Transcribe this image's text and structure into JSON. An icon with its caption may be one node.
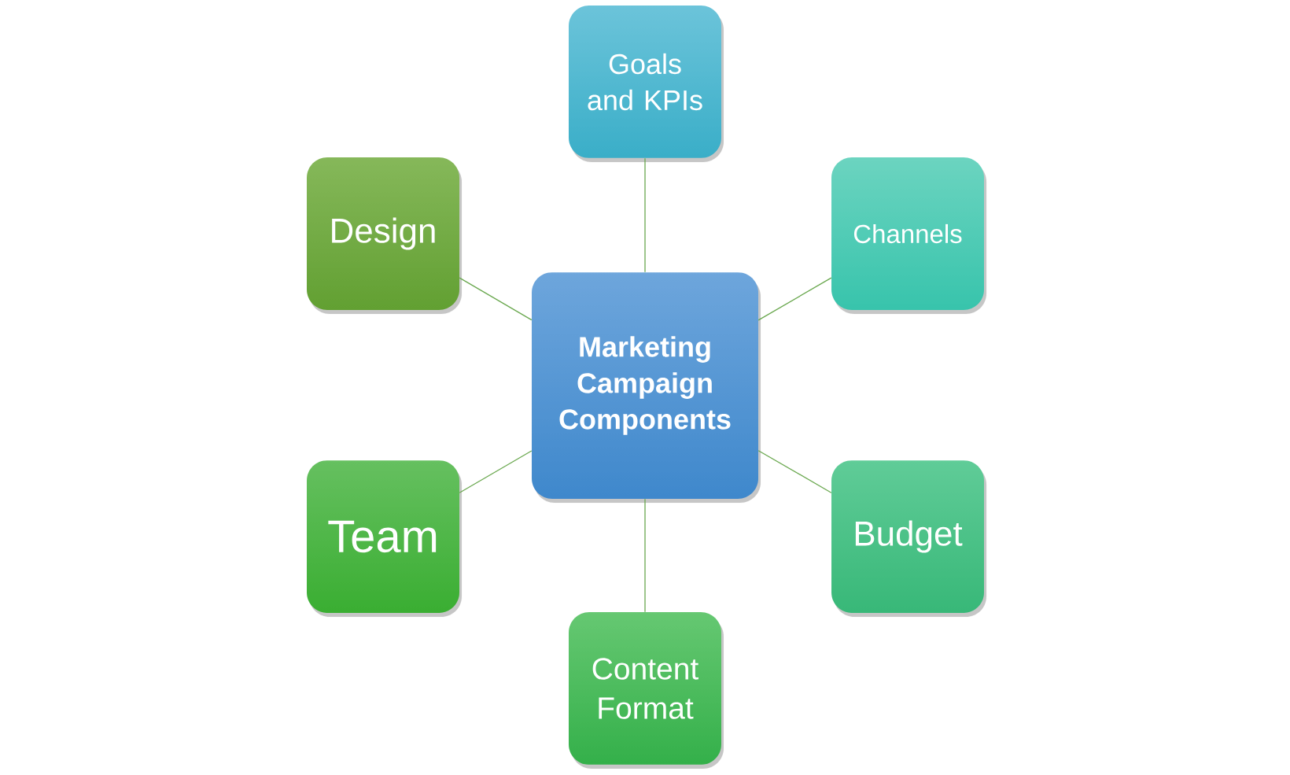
{
  "diagram": {
    "nodes": [
      {
        "text": [
          "Goals and KPIs"
        ]
      },
      {
        "text": [
          "Design"
        ]
      },
      {
        "text": [
          "Channels"
        ]
      },
      {
        "text": [
          "Marketing Campaign Components"
        ]
      },
      {
        "text": [
          "Team"
        ]
      },
      {
        "text": [
          "Budget"
        ]
      },
      {
        "text": [
          "Content Format"
        ]
      }
    ],
    "edges": [
      {
        "from": 3,
        "to": 0,
        "arrow": "none"
      },
      {
        "from": 3,
        "to": 1,
        "arrow": "none"
      },
      {
        "from": 3,
        "to": 2,
        "arrow": "none"
      },
      {
        "from": 3,
        "to": 4,
        "arrow": "none"
      },
      {
        "from": 3,
        "to": 5,
        "arrow": "none"
      },
      {
        "from": 3,
        "to": 6,
        "arrow": "none"
      }
    ]
  }
}
